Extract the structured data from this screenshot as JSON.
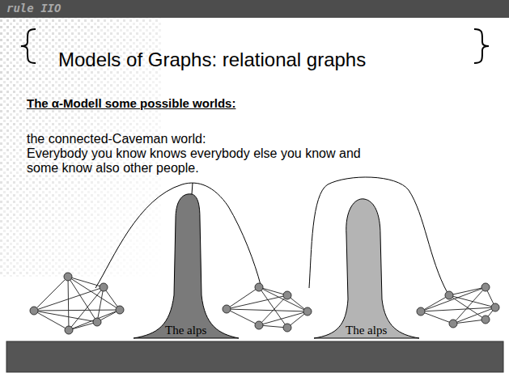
{
  "diagram": {
    "title": "Models of Graphs: relational graphs",
    "nodes": [
      {
        "text": [
          "The alps"
        ]
      },
      {
        "text": [
          "The alps"
        ]
      }
    ],
    "labels": [
      "rule IIO",
      "The α-Modell some possible worlds:",
      "the connected-Caveman world:",
      "Everybody you know knows everybody else you know and some know also other people."
    ]
  }
}
